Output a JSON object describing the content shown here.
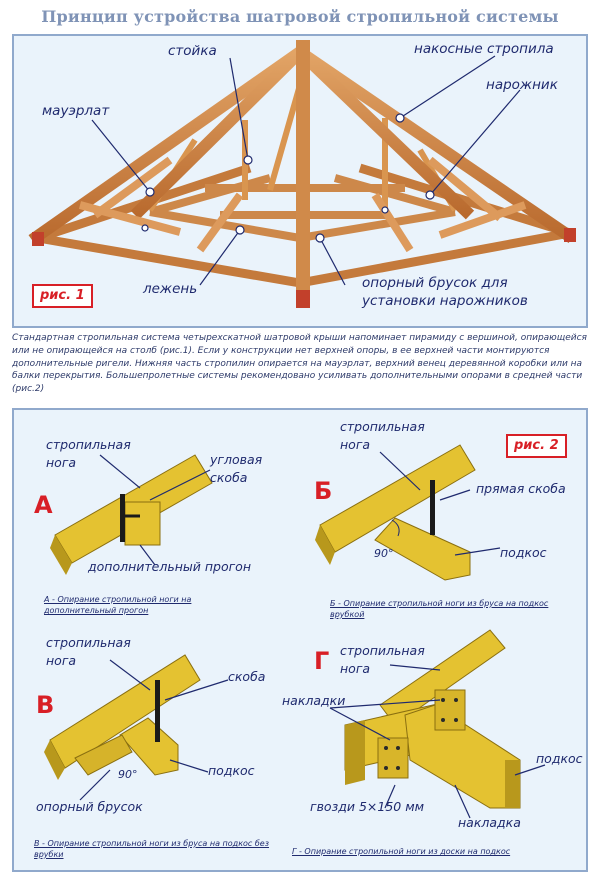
{
  "title": "Принцип устройства шатровой стропильной системы",
  "fig1": {
    "badge": "рис. 1",
    "labels": {
      "stoyka": "стойка",
      "nakosnye": "накосные стропила",
      "narozhnik": "нарожник",
      "mauerlat": "мауэрлат",
      "lezhen": "лежень",
      "opornyi_1": "опорный брусок для",
      "opornyi_2": "установки нарожников"
    }
  },
  "description": "Стандартная стропильная система четырехскатной шатровой крыши напоминает пирамиду с вершиной, опирающейся или не опирающейся на столб (рис.1). Если у конструкции нет верхней опоры, в ее верхней части монтируются дополнительные ригели. Нижняя часть стропилин опирается на мауэрлат, верхний венец деревянной коробки или на балки перекрытия. Большепролетные системы рекомендовано усиливать дополнительными опорами в средней части (рис.2)",
  "fig2": {
    "badge": "рис. 2",
    "A": {
      "letter": "А",
      "leg_1": "стропильная",
      "leg_2": "нога",
      "bracket_1": "угловая",
      "bracket_2": "скоба",
      "purlin": "дополнительный прогон",
      "caption": "А - Опирание стропильной ноги на дополнительный прогон"
    },
    "B": {
      "letter": "Б",
      "leg_1": "стропильная",
      "leg_2": "нога",
      "bracket": "прямая скоба",
      "strut": "подкос",
      "angle": "90°",
      "caption": "Б - Опирание стропильной ноги из бруса на подкос врубкой"
    },
    "V": {
      "letter": "В",
      "leg_1": "стропильная",
      "leg_2": "нога",
      "bracket": "скоба",
      "strut": "подкос",
      "angle": "90°",
      "block": "опорный брусок",
      "caption": "В - Опирание стропильной ноги из бруса на подкос без врубки"
    },
    "G": {
      "letter": "Г",
      "leg_1": "стропильная",
      "leg_2": "нога",
      "plates": "накладки",
      "strut": "подкос",
      "nails": "гвозди 5×150 мм",
      "plate": "накладка",
      "caption": "Г - Опирание стропильной ноги из доски на подкос"
    }
  },
  "colors": {
    "wood_dark": "#b8692e",
    "wood_light": "#dd9a5c",
    "yellow_face": "#e4c231",
    "yellow_side": "#b8981c",
    "panel": "#eaf3fb",
    "accent": "#d81f26",
    "text": "#1f2a6e"
  }
}
